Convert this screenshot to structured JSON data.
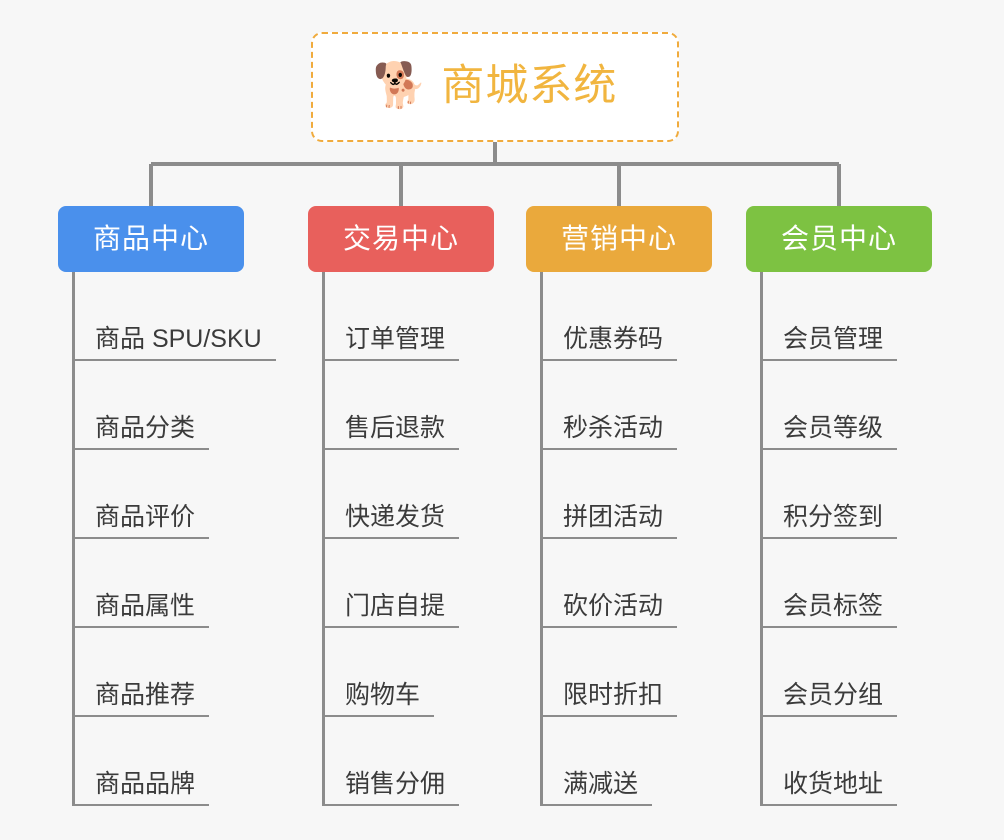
{
  "diagram": {
    "title": "商城系统",
    "background_color": "#f7f7f7",
    "root": {
      "label": "商城系统",
      "icon": "shiba-dog-face-emoji",
      "icon_glyph": "🐕",
      "text_color": "#f1b53f",
      "border_color": "#f0ab3d",
      "background_color": "#ffffff",
      "border_style": "dashed"
    },
    "connector_color": "#8c8c8c",
    "columns": [
      {
        "header": "商品中心",
        "color": "#4a90ec",
        "items": [
          "商品 SPU/SKU",
          "商品分类",
          "商品评价",
          "商品属性",
          "商品推荐",
          "商品品牌"
        ]
      },
      {
        "header": "交易中心",
        "color": "#e8605c",
        "items": [
          "订单管理",
          "售后退款",
          "快递发货",
          "门店自提",
          "购物车",
          "销售分佣"
        ]
      },
      {
        "header": "营销中心",
        "color": "#eaa93c",
        "items": [
          "优惠券码",
          "秒杀活动",
          "拼团活动",
          "砍价活动",
          "限时折扣",
          "满减送"
        ]
      },
      {
        "header": "会员中心",
        "color": "#7dc242",
        "items": [
          "会员管理",
          "会员等级",
          "积分签到",
          "会员标签",
          "会员分组",
          "收货地址"
        ]
      }
    ]
  }
}
